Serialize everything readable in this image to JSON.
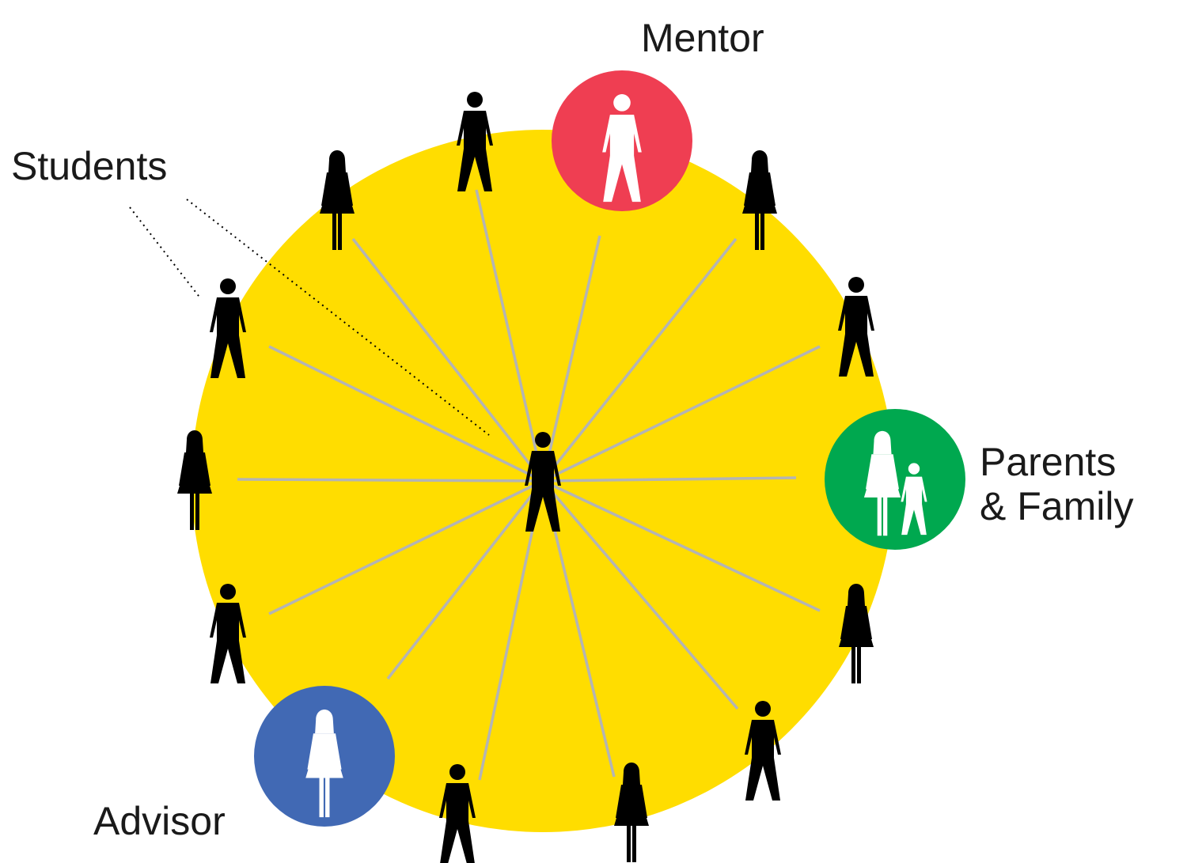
{
  "labels": {
    "mentor": "Mentor",
    "students": "Students",
    "advisor": "Advisor",
    "parents_line1": "Parents",
    "parents_line2": "& Family"
  },
  "colors": {
    "circle": "#ffdd00",
    "spoke": "#b4b4b4",
    "student": "#000000",
    "mentor": "#ef3e52",
    "advisor": "#4169b4",
    "parents": "#00a84f",
    "role_figure": "#ffffff"
  },
  "icons": {
    "male": "person-male-icon",
    "female": "person-female-icon",
    "family": "parent-child-icon"
  },
  "nodes": [
    {
      "role": "student",
      "gender": "male"
    },
    {
      "role": "mentor",
      "gender": "male"
    },
    {
      "role": "student",
      "gender": "female"
    },
    {
      "role": "student",
      "gender": "male"
    },
    {
      "role": "parents",
      "gender": "family"
    },
    {
      "role": "student",
      "gender": "female"
    },
    {
      "role": "student",
      "gender": "male"
    },
    {
      "role": "student",
      "gender": "female"
    },
    {
      "role": "student",
      "gender": "male"
    },
    {
      "role": "advisor",
      "gender": "female"
    },
    {
      "role": "student",
      "gender": "male"
    },
    {
      "role": "student",
      "gender": "female"
    },
    {
      "role": "student",
      "gender": "male"
    },
    {
      "role": "student",
      "gender": "female"
    }
  ],
  "center": {
    "role": "student",
    "gender": "male"
  }
}
